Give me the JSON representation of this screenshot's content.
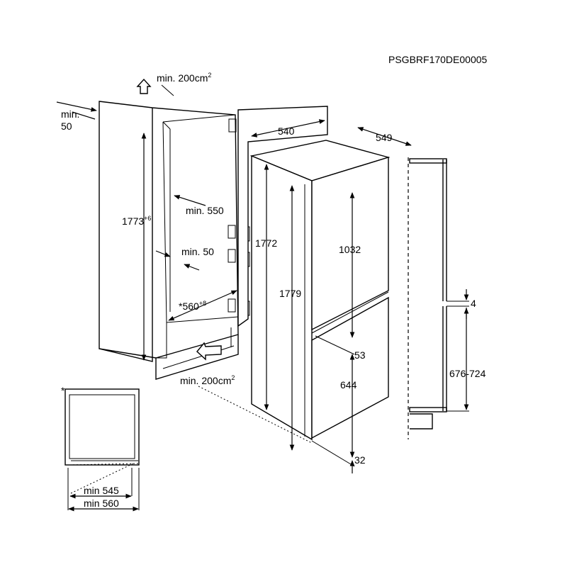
{
  "reference_code": "PSGBRF170DE00005",
  "vent_top": "min. 200cm",
  "vent_top_sup": "2",
  "vent_bottom": "min. 200cm",
  "vent_bottom_sup": "2",
  "rear_gap": "min.",
  "rear_gap_value": "50",
  "niche_height": "1773",
  "niche_height_sup": "+6",
  "niche_depth": "min. 550",
  "side_gap": "min. 50",
  "niche_width": "*560",
  "niche_width_sup": "+8",
  "door_width": "540",
  "appliance_depth": "549",
  "appliance_height_body": "1772",
  "appliance_height_total": "1779",
  "upper_door_height": "1032",
  "door_gap": "53",
  "lower_door_height": "644",
  "bottom_gap": "32",
  "side_panel_gap": "4",
  "side_panel_height": "676-724",
  "asterisk": "*",
  "section_min_inner": "min 545",
  "section_min_outer": "min 560"
}
